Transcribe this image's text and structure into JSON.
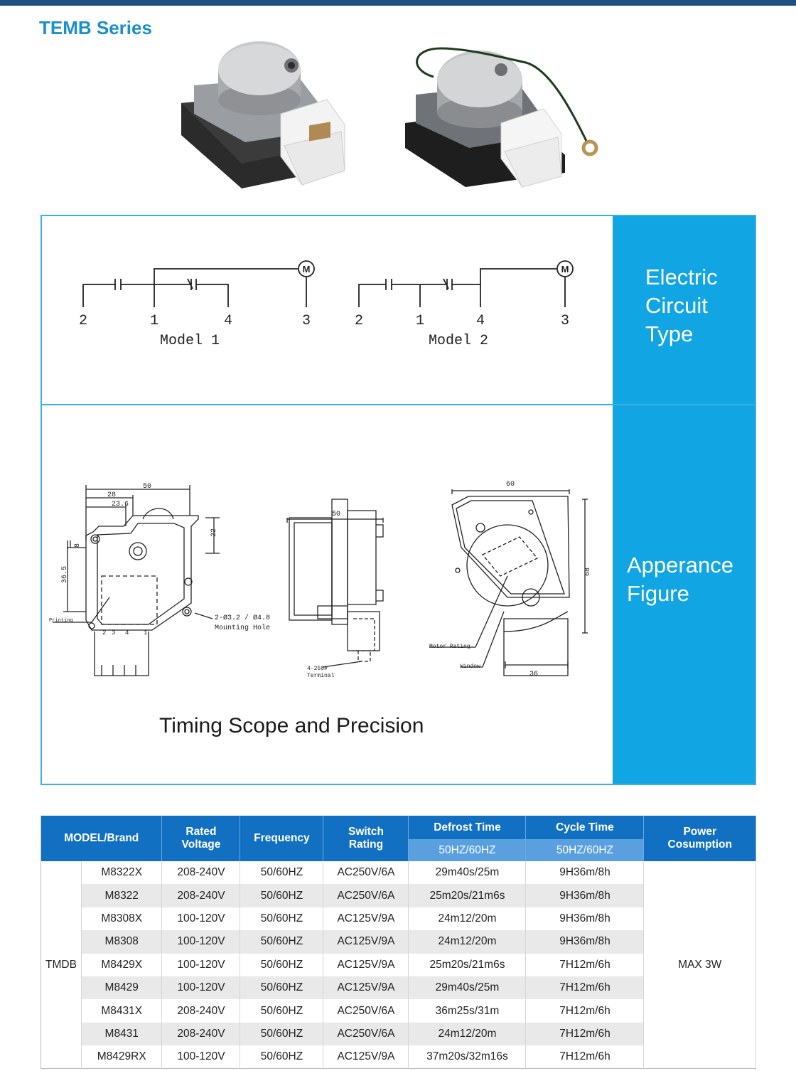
{
  "header": {
    "series_title": "TEMB Series"
  },
  "circuit": {
    "side_label": [
      "Electric",
      "Circuit",
      "Type"
    ],
    "model1": {
      "label": "Model 1",
      "terminals": [
        "2",
        "1",
        "4",
        "3"
      ],
      "motor": "M"
    },
    "model2": {
      "label": "Model 2",
      "terminals": [
        "2",
        "1",
        "4",
        "3"
      ],
      "motor": "M"
    }
  },
  "appearance": {
    "side_label": [
      "Apperance",
      "Figure"
    ],
    "fig1": {
      "dims": [
        "50",
        "28",
        "23.6",
        "22",
        "8",
        "36.5"
      ],
      "printing": "Printing",
      "mounting": "2-Ø3.2 / Ø4.8",
      "mounting_label": "Mounting Hole",
      "pins": [
        "2",
        "3",
        "4",
        "1"
      ]
    },
    "fig2": {
      "dims": [
        "50"
      ],
      "terminal": "4-250#",
      "terminal_label": "Terminal"
    },
    "fig3": {
      "dims": [
        "60",
        "68",
        "36"
      ],
      "motor_rating": "Motor Rating",
      "window": "Window"
    },
    "timing_title": "Timing Scope and Precision"
  },
  "table": {
    "headers": {
      "model": "MODEL/Brand",
      "voltage": "Rated Voltage",
      "frequency": "Frequency",
      "switch": "Switch Rating",
      "defrost": "Defrost Time",
      "cycle": "Cycle Time",
      "power": "Power Cosumption",
      "defrost_sub": "50HZ/60HZ",
      "cycle_sub": "50HZ/60HZ"
    },
    "brand": "TMDB",
    "power_value": "MAX 3W",
    "rows": [
      {
        "model": "M8322X",
        "voltage": "208-240V",
        "frequency": "50/60HZ",
        "switch": "AC250V/6A",
        "defrost": "29m40s/25m",
        "cycle": "9H36m/8h"
      },
      {
        "model": "M8322",
        "voltage": "208-240V",
        "frequency": "50/60HZ",
        "switch": "AC250V/6A",
        "defrost": "25m20s/21m6s",
        "cycle": "9H36m/8h"
      },
      {
        "model": "M8308X",
        "voltage": "100-120V",
        "frequency": "50/60HZ",
        "switch": "AC125V/9A",
        "defrost": "24m12/20m",
        "cycle": "9H36m/8h"
      },
      {
        "model": "M8308",
        "voltage": "100-120V",
        "frequency": "50/60HZ",
        "switch": "AC125V/9A",
        "defrost": "24m12/20m",
        "cycle": "9H36m/8h"
      },
      {
        "model": "M8429X",
        "voltage": "100-120V",
        "frequency": "50/60HZ",
        "switch": "AC125V/9A",
        "defrost": "25m20s/21m6s",
        "cycle": "7H12m/6h"
      },
      {
        "model": "M8429",
        "voltage": "100-120V",
        "frequency": "50/60HZ",
        "switch": "AC125V/9A",
        "defrost": "29m40s/25m",
        "cycle": "7H12m/6h"
      },
      {
        "model": "M8431X",
        "voltage": "208-240V",
        "frequency": "50/60HZ",
        "switch": "AC250V/6A",
        "defrost": "36m25s/31m",
        "cycle": "7H12m/6h"
      },
      {
        "model": "M8431",
        "voltage": "208-240V",
        "frequency": "50/60HZ",
        "switch": "AC250V/6A",
        "defrost": "24m12/20m",
        "cycle": "7H12m/6h"
      },
      {
        "model": "M8429RX",
        "voltage": "100-120V",
        "frequency": "50/60HZ",
        "switch": "AC125V/9A",
        "defrost": "37m20s/32m16s",
        "cycle": "7H12m/6h"
      }
    ]
  }
}
